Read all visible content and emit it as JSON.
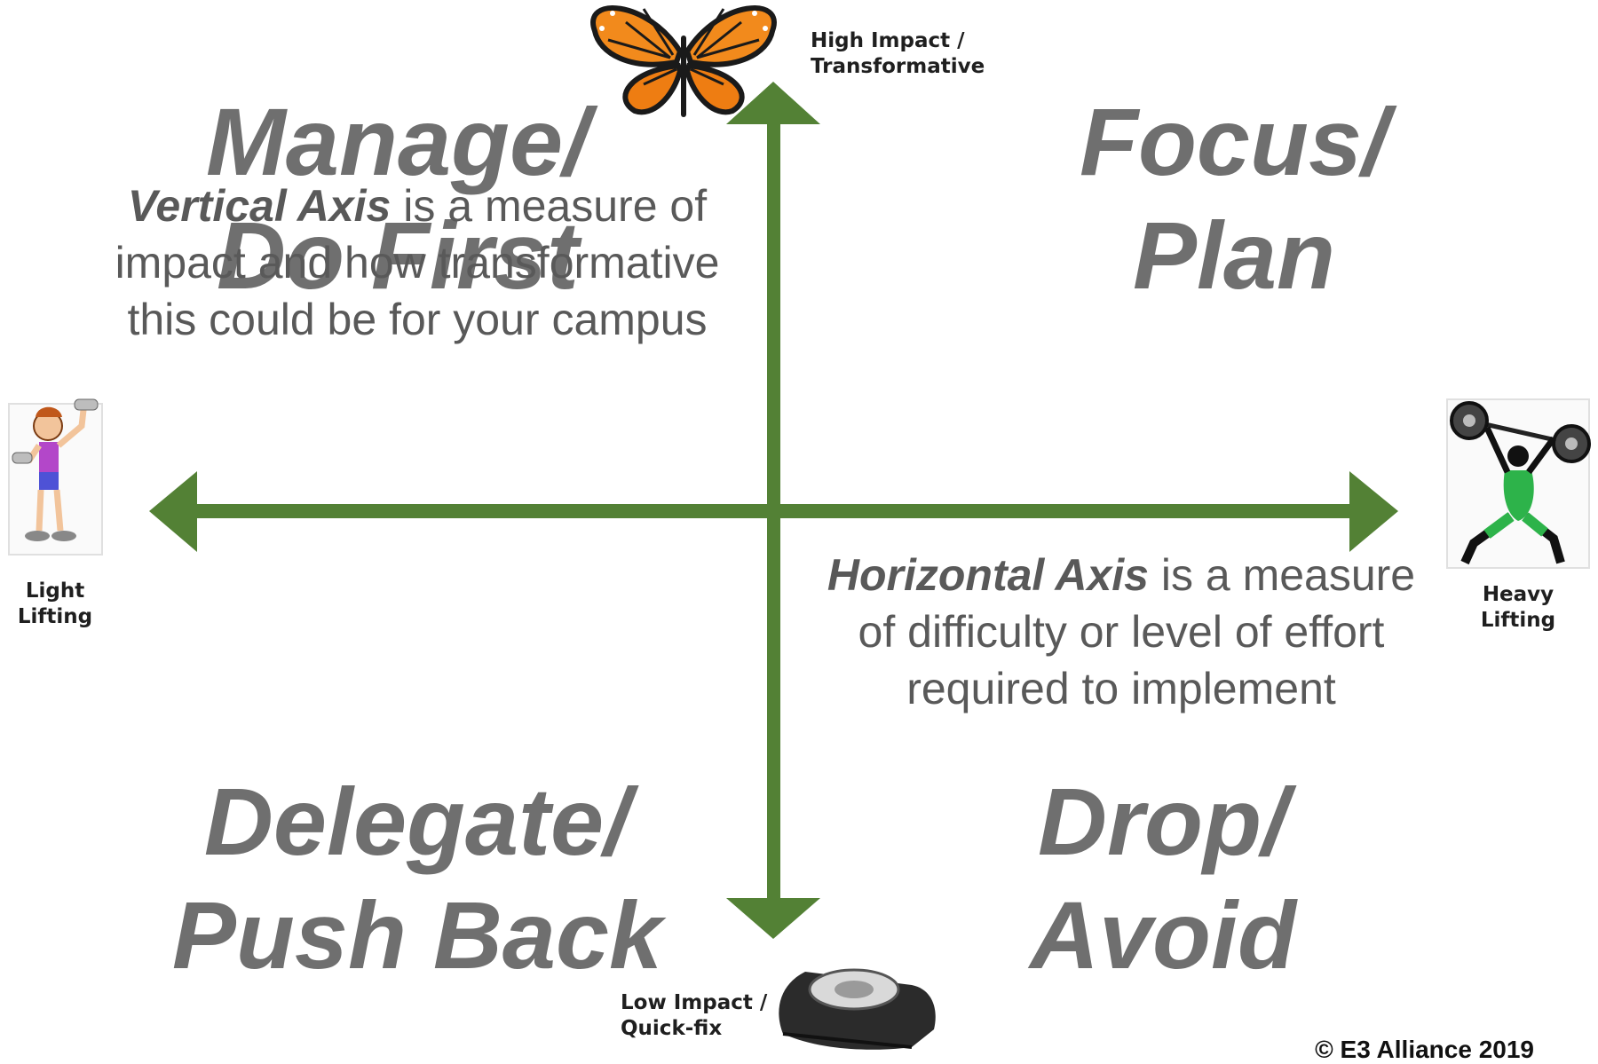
{
  "quadrants": {
    "top_left": [
      "Manage/",
      "Do First"
    ],
    "top_right": [
      "Focus/",
      "Plan"
    ],
    "bottom_left": [
      "Delegate/",
      "Push Back"
    ],
    "bottom_right": [
      "Drop/",
      "Avoid"
    ]
  },
  "vertical_note": {
    "lead": "Vertical Axis",
    "rest": " is a measure of impact and how transformative this could be for your campus"
  },
  "horizontal_note": {
    "lead": "Horizontal Axis",
    "rest": " is a measure of difficulty or level of effort required to implement"
  },
  "axis_labels": {
    "top": [
      "High Impact /",
      "Transformative"
    ],
    "bottom": [
      "Low Impact /",
      "Quick-fix"
    ],
    "left": [
      "Light",
      "Lifting"
    ],
    "right": [
      "Heavy",
      "Lifting"
    ]
  },
  "icons": {
    "top": "butterfly-icon",
    "bottom": "tape-dispenser-icon",
    "left": "light-weights-lifter-icon",
    "right": "heavy-weightlifter-icon"
  },
  "colors": {
    "axis": "#538135",
    "title_text": "#6f6f6f",
    "note_text": "#595959"
  },
  "copyright": "© E3 Alliance 2019"
}
